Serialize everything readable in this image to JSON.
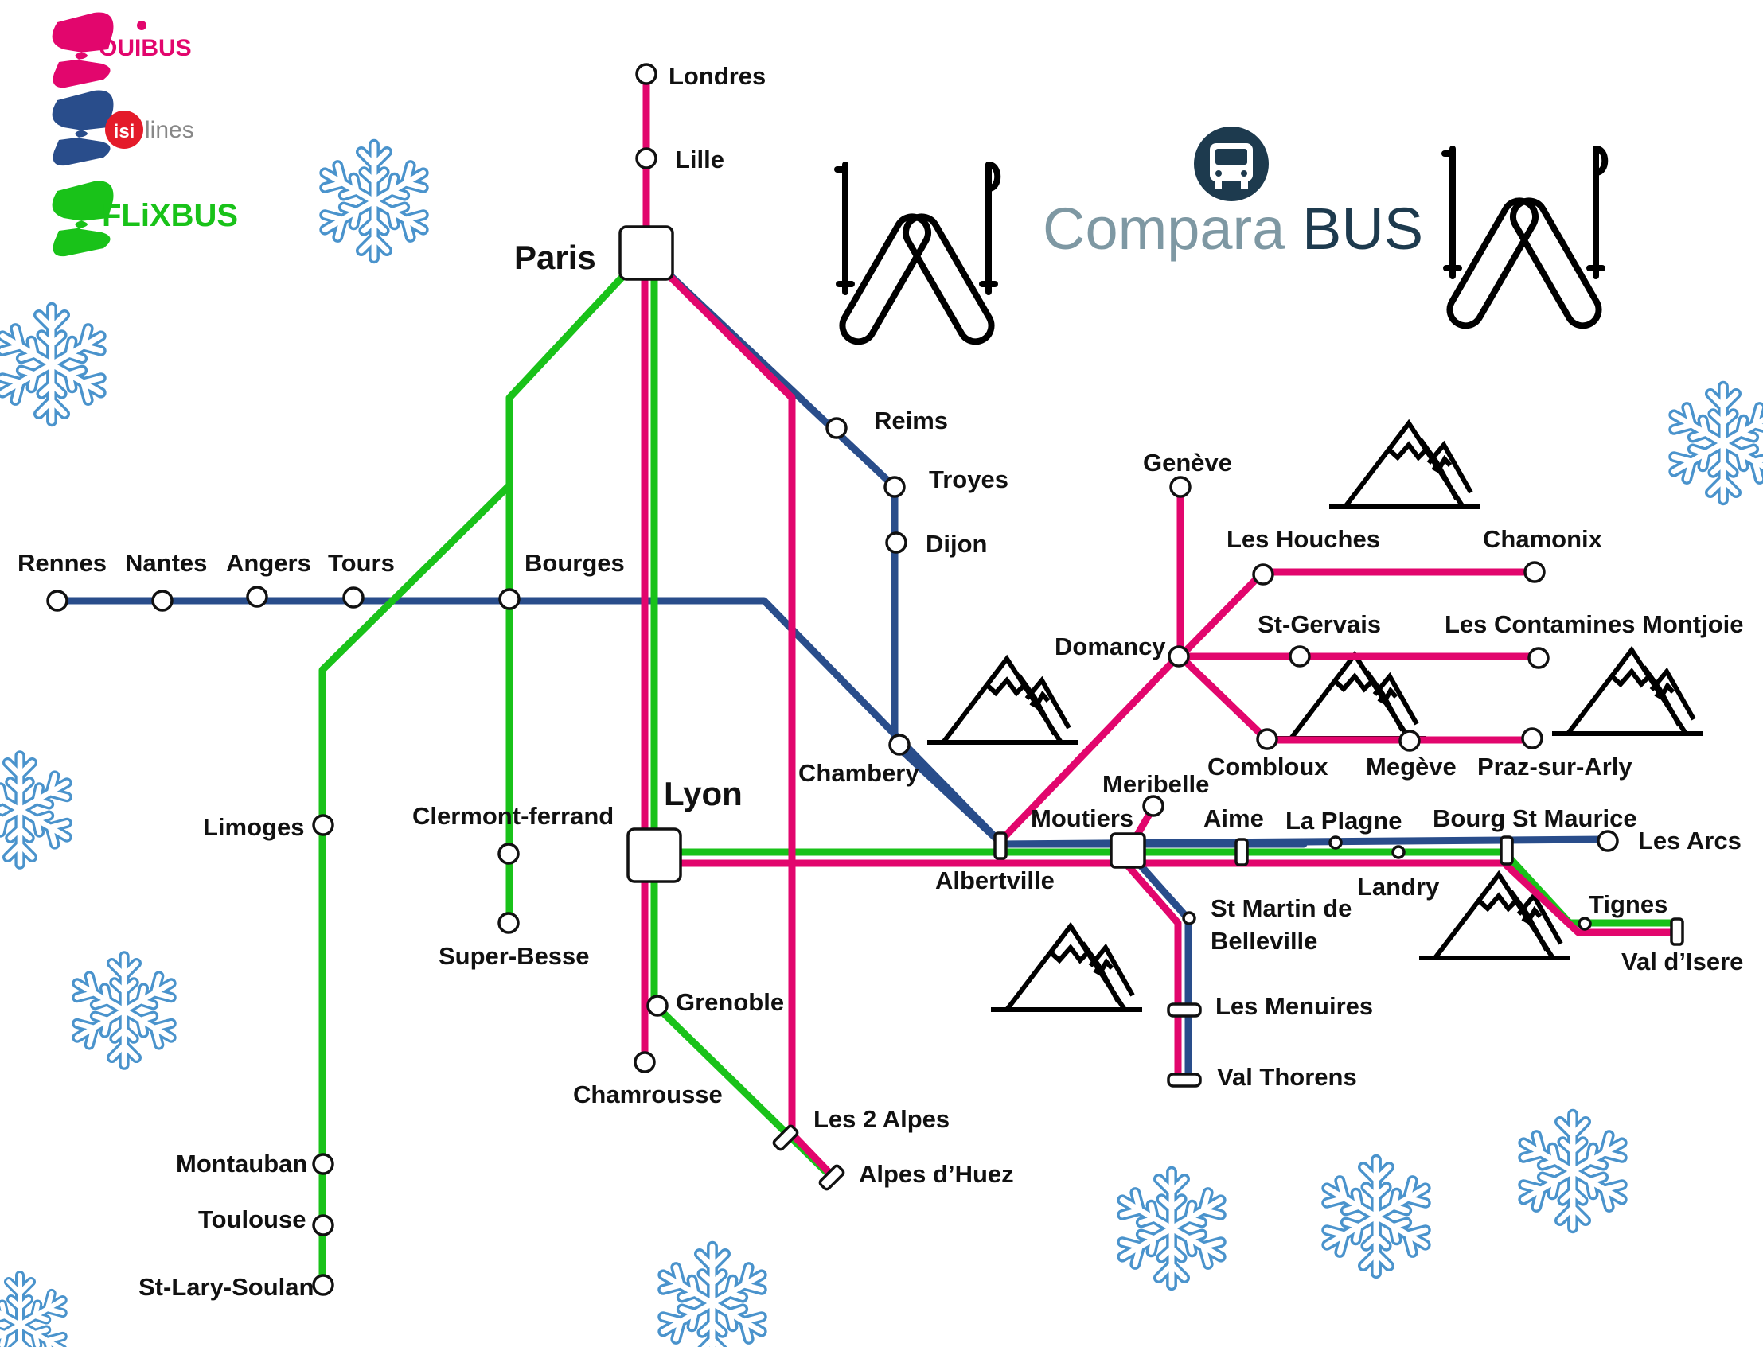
{
  "colors": {
    "ouibus": "#E2066D",
    "isilines": "#294D8B",
    "flixbus": "#19C219",
    "comparabus_light": "#7E98A3",
    "comparabus_dark": "#1D3A4E",
    "snowflake": "#4A93CC"
  },
  "brands": {
    "ouibus": {
      "name": "OUIBUS",
      "icon": "ouibus-logo"
    },
    "isilines": {
      "badge": "isi",
      "text": "lines",
      "icon": "isilines-logo"
    },
    "flixbus": {
      "name": "FLiXBUS",
      "icon": "flixbus-logo"
    }
  },
  "comparabus": {
    "part1": "Compara",
    "part2": "BUS",
    "icon": "bus-front-icon"
  },
  "decorations": {
    "icons": [
      "ski-icon",
      "mountain-icon",
      "snowflake-icon"
    ]
  },
  "stations": {
    "londres": "Londres",
    "lille": "Lille",
    "paris": "Paris",
    "reims": "Reims",
    "troyes": "Troyes",
    "dijon": "Dijon",
    "rennes": "Rennes",
    "nantes": "Nantes",
    "angers": "Angers",
    "tours": "Tours",
    "bourges": "Bourges",
    "geneve": "Genève",
    "les_houches": "Les Houches",
    "chamonix": "Chamonix",
    "st_gervais": "St-Gervais",
    "les_contamines": "Les Contamines Montjoie",
    "domancy": "Domancy",
    "combloux": "Combloux",
    "megeve": "Megève",
    "praz_sur_arly": "Praz-sur-Arly",
    "chambery": "Chambery",
    "meribelle": "Meribelle",
    "moutiers": "Moutiers",
    "aime": "Aime",
    "la_plagne": "La Plagne",
    "bourg_st_maurice": "Bourg St Maurice",
    "les_arcs": "Les Arcs",
    "albertville": "Albertville",
    "landry": "Landry",
    "tignes": "Tignes",
    "val_disere": "Val d’Isere",
    "st_martin_line1": "St Martin de",
    "st_martin_line2": "Belleville",
    "les_menuires": "Les Menuires",
    "val_thorens": "Val Thorens",
    "limoges": "Limoges",
    "clermont_ferrand": "Clermont-ferrand",
    "lyon": "Lyon",
    "super_besse": "Super-Besse",
    "grenoble": "Grenoble",
    "chamrousse": "Chamrousse",
    "les_2_alpes": "Les 2 Alpes",
    "alpes_dhuez": "Alpes d’Huez",
    "montauban": "Montauban",
    "toulouse": "Toulouse",
    "st_lary_soulan": "St-Lary-Soulan"
  }
}
